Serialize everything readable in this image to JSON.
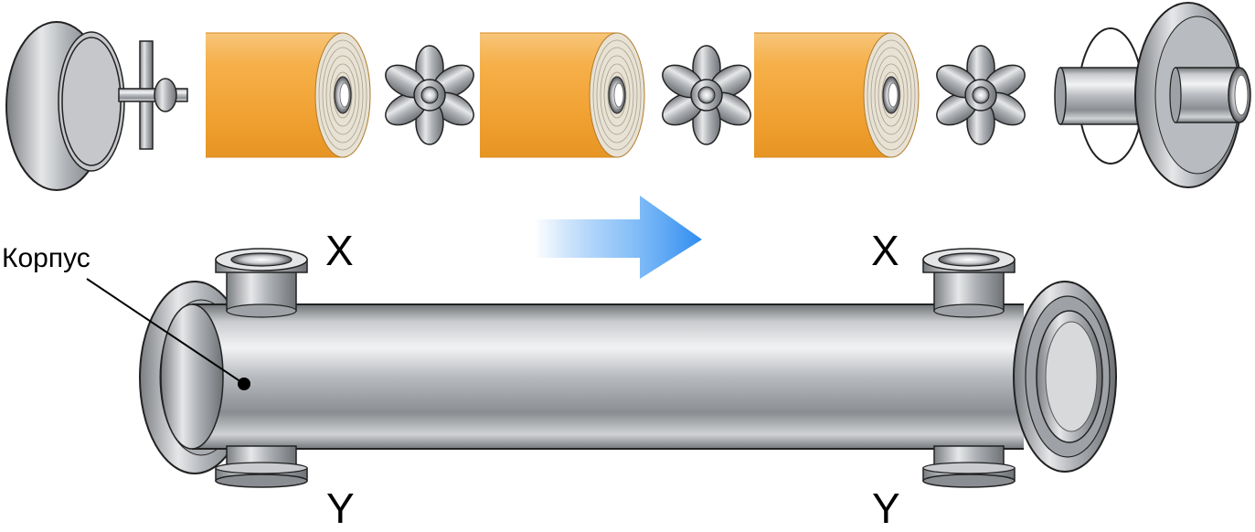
{
  "labels": {
    "housing": "Корпус",
    "inlet_left": "X",
    "inlet_right": "X",
    "outlet_left": "Y",
    "outlet_right": "Y"
  },
  "components": {
    "left_end_cap": "end-cap",
    "anti_telescoping_device": "anti-telescoping-device",
    "membrane_elements": [
      "membrane-element",
      "membrane-element",
      "membrane-element"
    ],
    "interconnectors": [
      "interconnector",
      "interconnector",
      "interconnector"
    ],
    "right_end_adapter": "end-adapter"
  },
  "flow": {
    "direction": "right",
    "arrow_icon": "flow-arrow-icon"
  },
  "colors": {
    "membrane": "#f5a623",
    "membrane_face": "#e8e2d4",
    "steel": "#b5b8bc",
    "arrow": "#2f8cf0"
  }
}
